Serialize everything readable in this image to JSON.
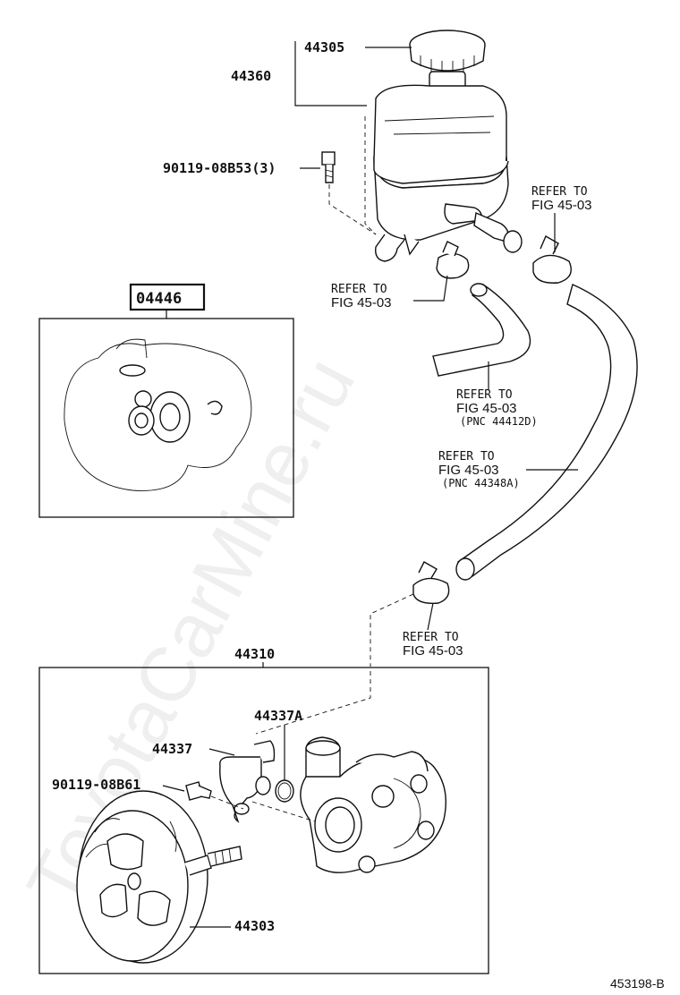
{
  "labels": {
    "reservoir_cap": "44305",
    "reservoir_assy": "44360",
    "bolt_top": "90119-08B53(3)",
    "gasket_kit": "04446",
    "pump_assy": "44310",
    "o_ring": "44337A",
    "union": "44337",
    "bolt_bottom": "90119-08B61",
    "pulley": "44303"
  },
  "refs": [
    {
      "line1": "REFER TO",
      "line2": "FIG 45-03",
      "pnc": ""
    },
    {
      "line1": "REFER TO",
      "line2": "FIG 45-03",
      "pnc": ""
    },
    {
      "line1": "REFER TO",
      "line2": "FIG 45-03",
      "pnc": "(PNC 44412D)"
    },
    {
      "line1": "REFER TO",
      "line2": "FIG 45-03",
      "pnc": "(PNC 44348A)"
    },
    {
      "line1": "REFER TO",
      "line2": "FIG 45-03",
      "pnc": ""
    }
  ],
  "watermark": "ToyotaCarMine.ru",
  "figure_id": "453198-B"
}
